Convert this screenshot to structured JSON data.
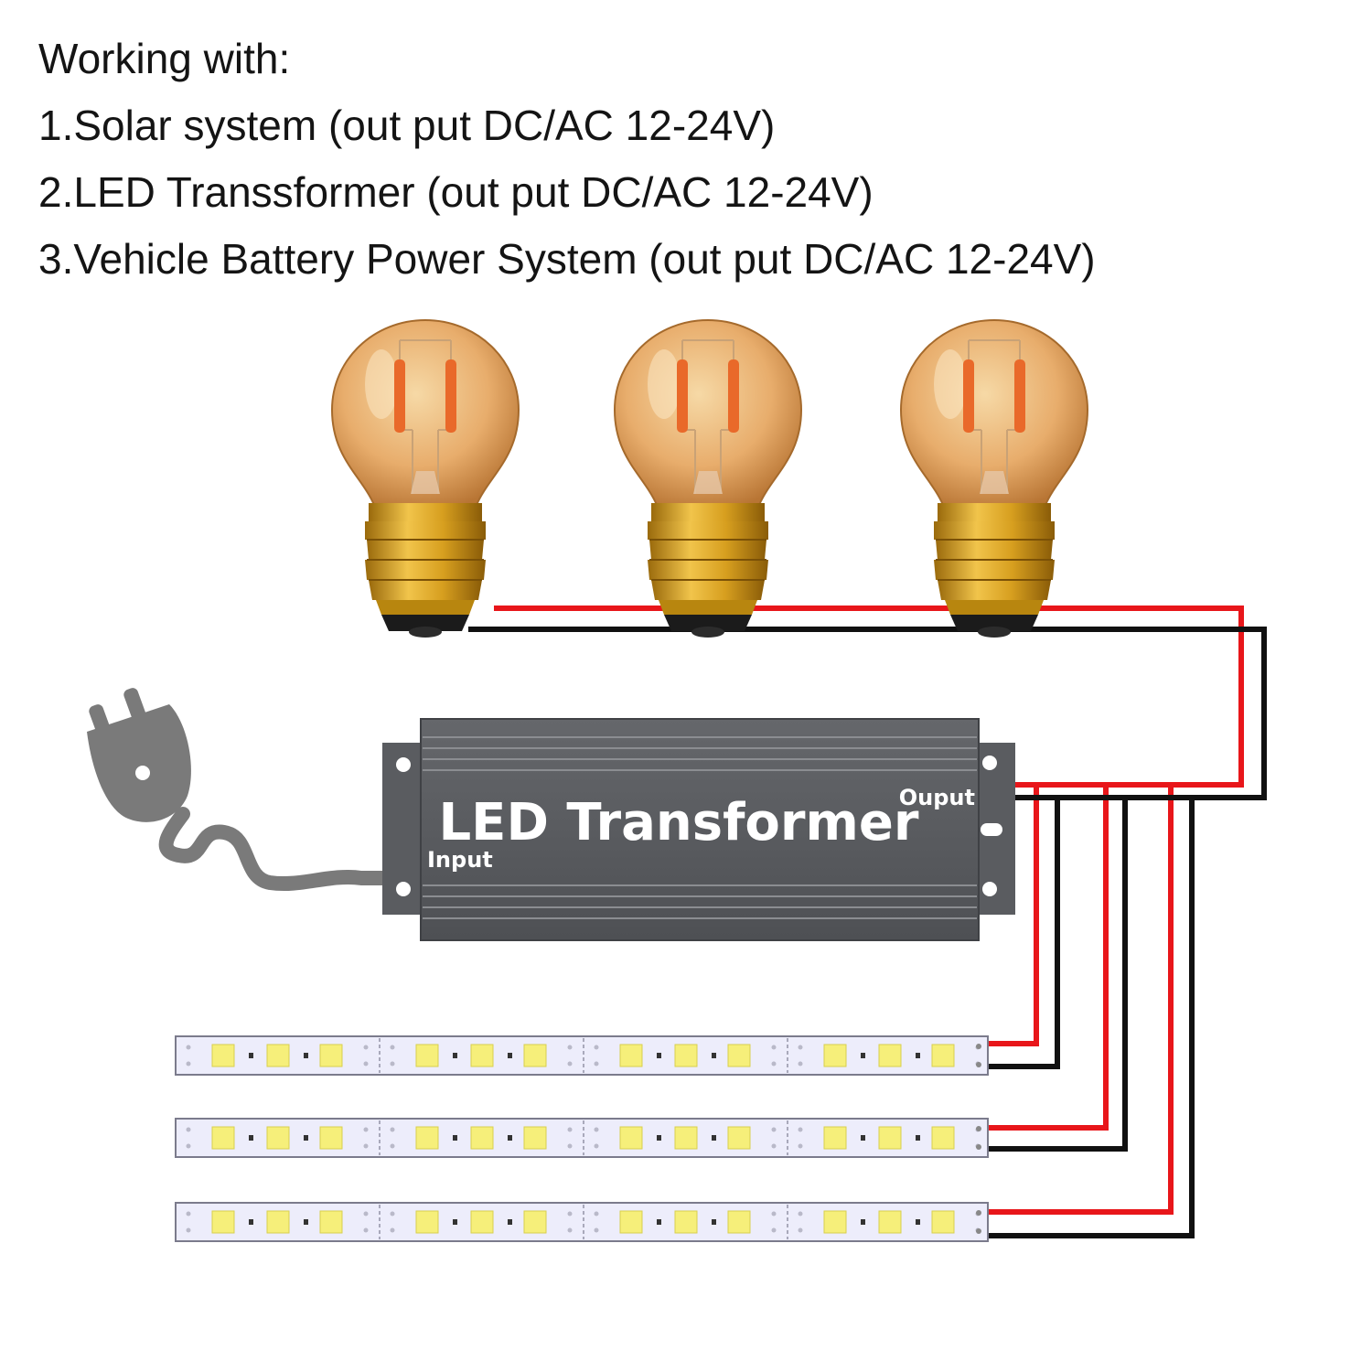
{
  "heading": "Working with:",
  "items": [
    "1.Solar system (out put DC/AC 12-24V)",
    "2.LED Transsformer (out put DC/AC 12-24V)",
    "3.Vehicle Battery Power System (out put DC/AC 12-24V)"
  ],
  "transformer": {
    "title": "LED Transformer",
    "input_label": "Input",
    "output_label": "Ouput"
  },
  "colors": {
    "positive_wire": "#e8161a",
    "negative_wire": "#111111",
    "transformer_body": "#5a5c60",
    "bulb_glass": "#e7a865",
    "bulb_base": "#d19a1a",
    "strip": "#ededfb",
    "led": "#f6ef7a"
  }
}
